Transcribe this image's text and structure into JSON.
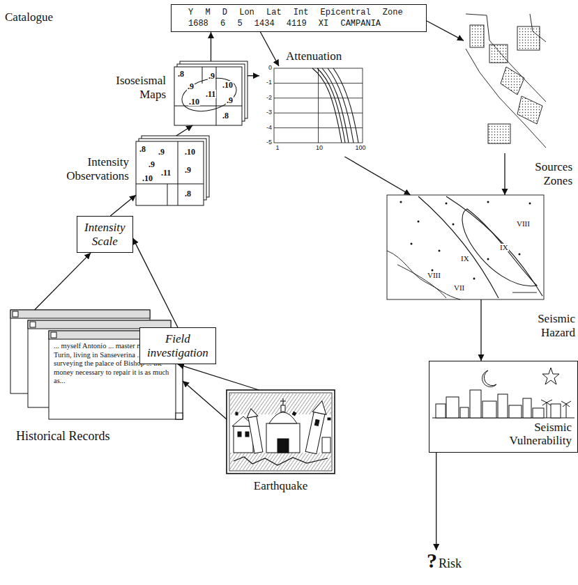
{
  "diagram": {
    "nodes": [
      {
        "text": [
          "Catalogue",
          "Y M D Lon Lat Int Epicentral Zone",
          "1688 6 5 1434 4119 XI CAMPANIA"
        ]
      },
      {
        "text": [
          "Isoseismal Maps"
        ]
      },
      {
        "text": [
          "Attenuation"
        ]
      },
      {
        "text": [
          "Sources Zones"
        ]
      },
      {
        "text": [
          "Intensity Observations"
        ]
      },
      {
        "text": [
          "Intensity Scale"
        ]
      },
      {
        "text": [
          "Seismic Hazard"
        ]
      },
      {
        "text": [
          "Historical Records",
          "... myself Antonio ... master mason from Turin, living in Sanseverina ... after surveying the palace of Bishop ... the money necessary to repair it is as much as..."
        ]
      },
      {
        "text": [
          "Field investigation"
        ]
      },
      {
        "text": [
          "Seismic Vulnerability"
        ]
      },
      {
        "text": [
          "Earthquake"
        ]
      },
      {
        "text": [
          "?",
          "Risk"
        ]
      }
    ],
    "edges": [
      {
        "from": 10,
        "to": 7,
        "arrow": "to"
      },
      {
        "from": 10,
        "to": 8,
        "arrow": "to"
      },
      {
        "from": 7,
        "to": 5,
        "arrow": "to"
      },
      {
        "from": 8,
        "to": 5,
        "arrow": "to"
      },
      {
        "from": 5,
        "to": 4,
        "arrow": "to"
      },
      {
        "from": 4,
        "to": 1,
        "arrow": "to"
      },
      {
        "from": 1,
        "to": 0,
        "arrow": "to"
      },
      {
        "from": 1,
        "to": 2,
        "arrow": "to"
      },
      {
        "from": 0,
        "to": 2,
        "arrow": "to"
      },
      {
        "from": 0,
        "to": 3,
        "arrow": "to"
      },
      {
        "from": 2,
        "to": 6,
        "arrow": "to"
      },
      {
        "from": 3,
        "to": 6,
        "arrow": "to"
      },
      {
        "from": 6,
        "to": 9,
        "arrow": "to"
      },
      {
        "from": 9,
        "to": 11,
        "arrow": "to"
      }
    ],
    "labels": [
      ".8",
      ".9",
      ".9",
      ".10",
      ".11",
      ".10",
      ".9",
      ".8",
      ".8",
      ".9",
      ".10",
      ".9",
      ".11",
      ".10",
      ".9",
      ".8",
      "0",
      "-1",
      "-2",
      "-3",
      "-4",
      "-5",
      "1",
      "10",
      "100",
      "VIII",
      "IX",
      "IX",
      "VIII",
      "VII"
    ]
  }
}
